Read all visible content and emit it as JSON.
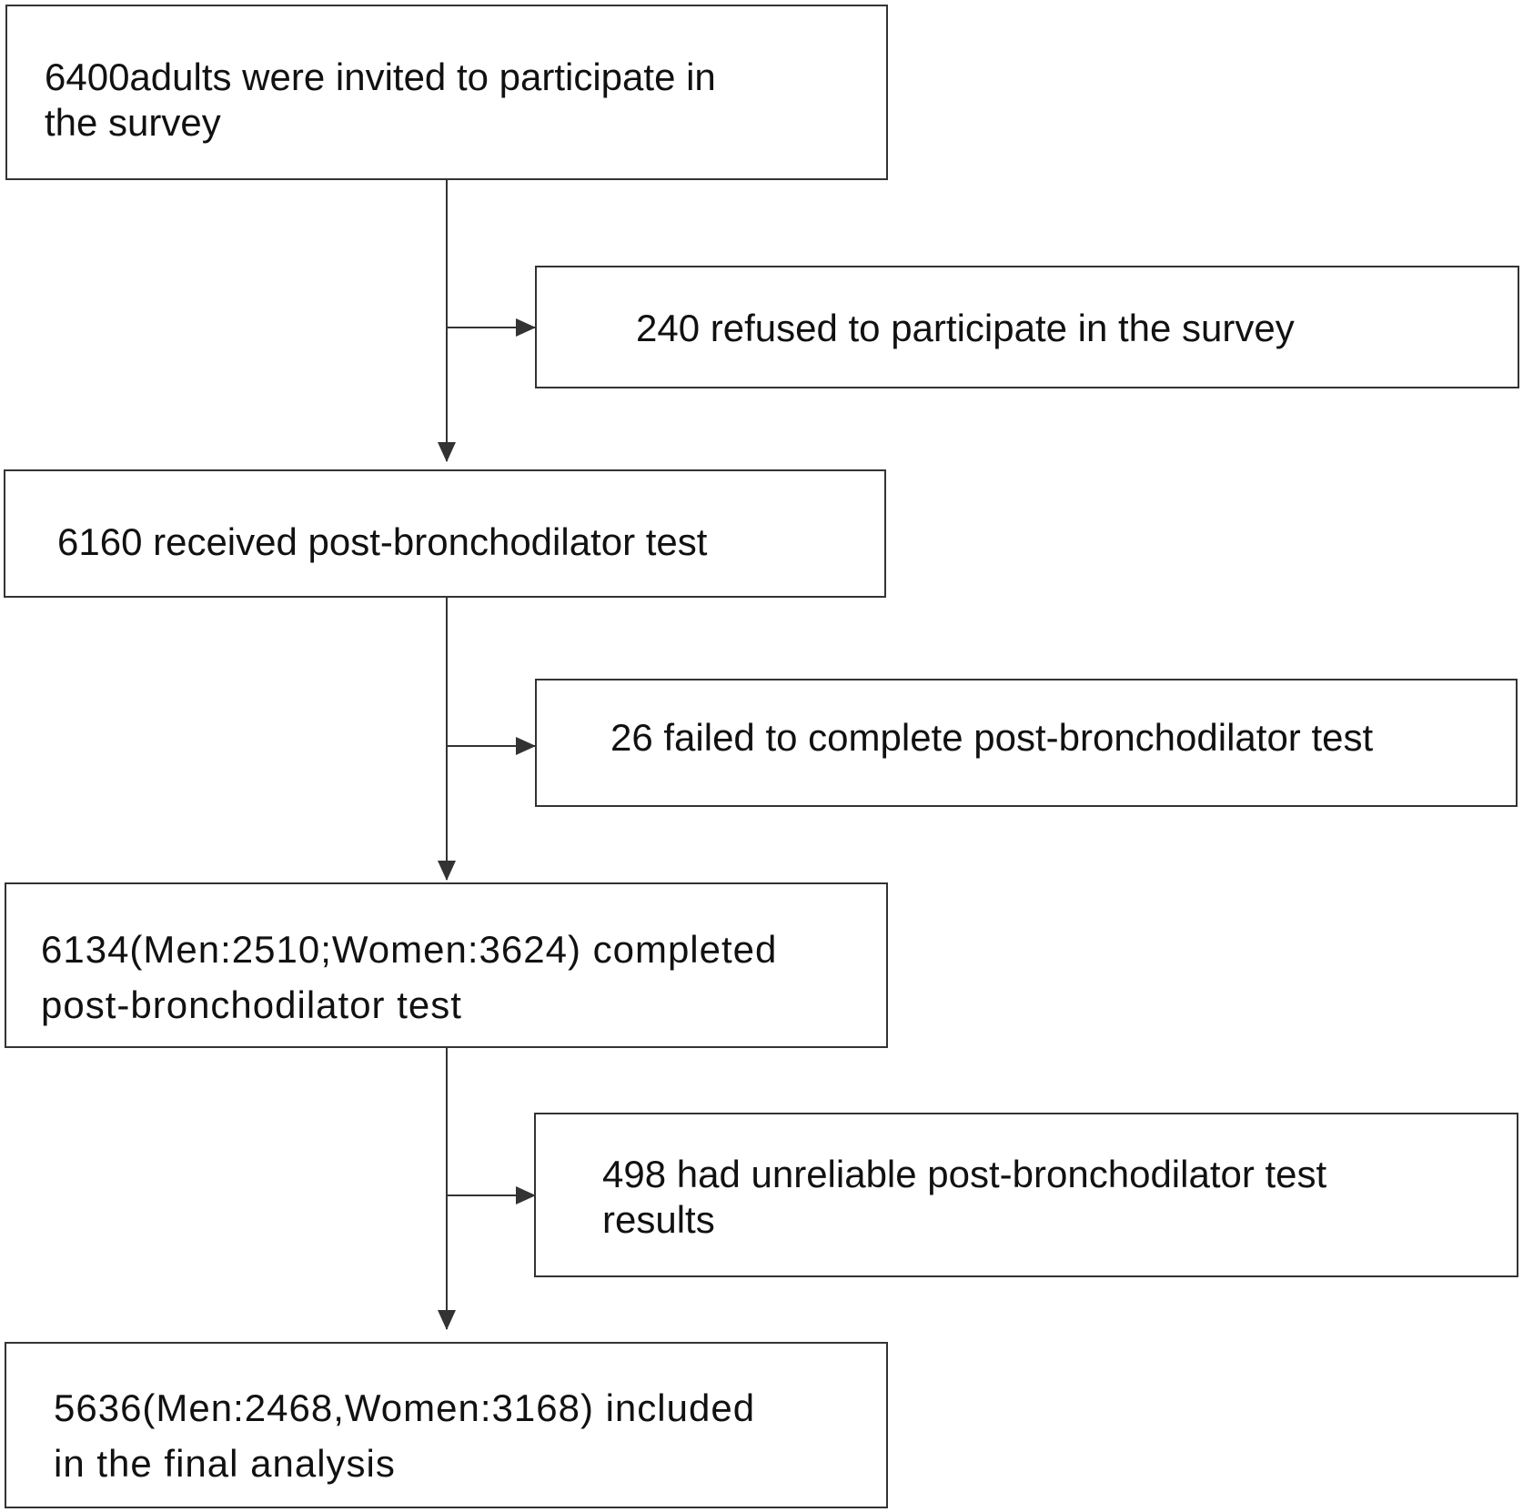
{
  "flowchart": {
    "steps": [
      {
        "text": "6400adults were invited to participate in\nthe survey"
      },
      {
        "text": "6160 received post-bronchodilator test"
      },
      {
        "text": "6134(Men:2510;Women:3624) completed\npost-bronchodilator test"
      },
      {
        "text": "5636(Men:2468,Women:3168) included\nin the final analysis"
      }
    ],
    "exclusions": [
      {
        "text": "240 refused to participate in the survey"
      },
      {
        "text": "26 failed to complete post-bronchodilator test"
      },
      {
        "text": "498 had unreliable post-bronchodilator test\nresults"
      }
    ],
    "colors": {
      "line": "#333333",
      "text": "#111111",
      "background": "#ffffff"
    }
  }
}
